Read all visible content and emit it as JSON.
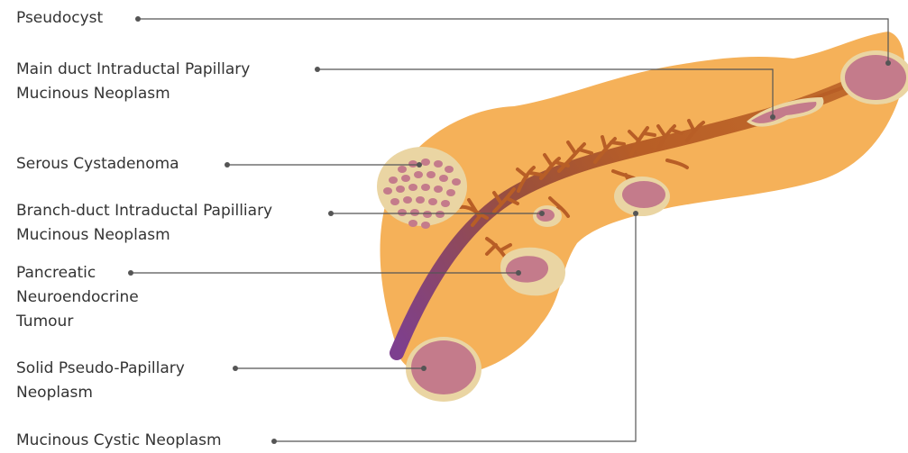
{
  "labels": {
    "pseudocyst": "Pseudocyst",
    "main_duct_ipmn": [
      "Main duct Intraductal Papillary",
      "Mucinous Neoplasm"
    ],
    "serous_cystadenoma": "Serous Cystadenoma",
    "branch_duct_ipmn": [
      "Branch-duct Intraductal Papilliary",
      "Mucinous Neoplasm"
    ],
    "pnet": [
      "Pancreatic",
      "Neuroendocrine",
      "Tumour"
    ],
    "sppn": [
      "Solid Pseudo-Papillary",
      "Neoplasm"
    ],
    "mcn": "Mucinous Cystic Neoplasm"
  },
  "colors": {
    "pancreas": "#f5b159",
    "duct_brown": "#b85e26",
    "duct_purple": "#7d3f8f",
    "cyst_fill": "#c47b8b",
    "cyst_rim": "#ead5a3",
    "leader_line": "#555555",
    "text": "#333333"
  }
}
